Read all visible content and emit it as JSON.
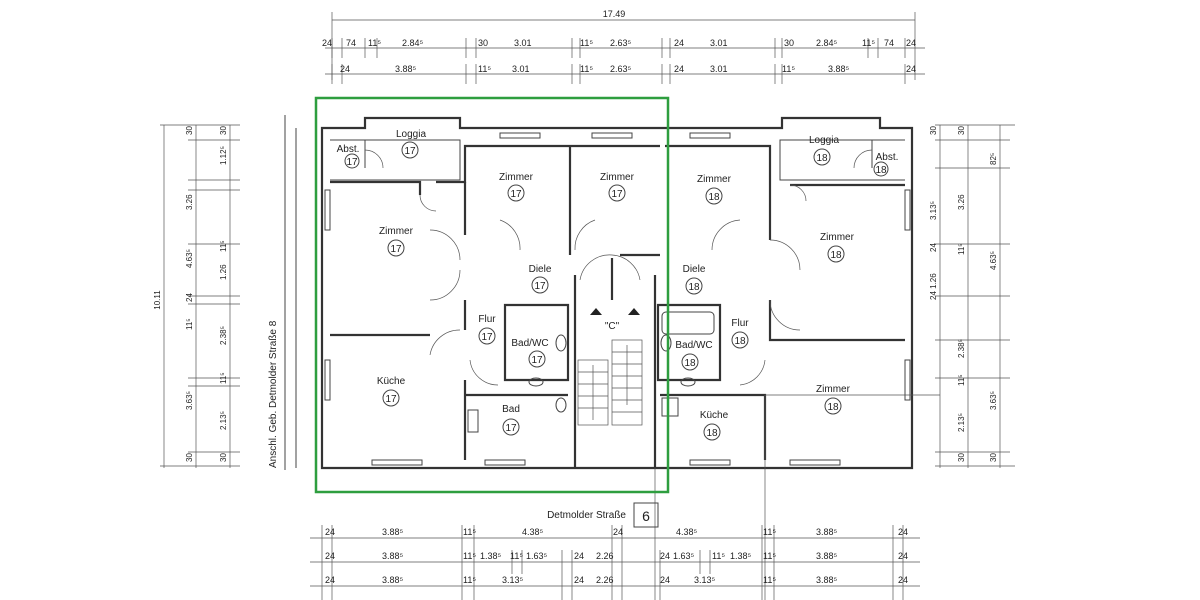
{
  "dims": {
    "overall": "17.49",
    "top_row1": [
      "24",
      "74",
      "11⁵",
      "2.84⁵",
      "30",
      "3.01",
      "11⁵",
      "2.63⁵",
      "24",
      "3.01",
      "30",
      "2.84⁵",
      "11⁵",
      "74",
      "24"
    ],
    "top_row2": [
      "24",
      "3.88⁵",
      "11⁵",
      "3.01",
      "11⁵",
      "2.63⁵",
      "24",
      "3.01",
      "11⁵",
      "3.88⁵",
      "24"
    ],
    "left_total": "10.11",
    "left_col1": [
      "30",
      "3.26",
      "4.63⁵",
      "24",
      "11⁵",
      "3.63⁵",
      "30"
    ],
    "left_col2": [
      "30",
      "1.12⁵",
      "11⁵",
      "1.26",
      "2.38⁵",
      "11⁵",
      "2.13⁵",
      "30"
    ],
    "right_col1": [
      "30",
      "3.26",
      "4.63⁵",
      "3.63⁵",
      "30"
    ],
    "right_col2": [
      "30",
      "82⁵",
      "3.13⁵",
      "24",
      "24 1.26",
      "11⁵",
      "2.38⁵",
      "11⁵",
      "2.13⁵",
      "30"
    ],
    "bottom_row1": [
      "24",
      "3.88⁵",
      "11⁵",
      "4.38⁵",
      "24",
      "4.38⁵",
      "11⁵",
      "3.88⁵",
      "24"
    ],
    "bottom_row2": [
      "24",
      "3.88⁵",
      "11⁵",
      "1.38⁵",
      "11⁵",
      "1.63⁵",
      "24",
      "2.26",
      "24",
      "1.63⁵",
      "11⁵",
      "1.38⁵",
      "11⁵",
      "3.88⁵",
      "24"
    ],
    "bottom_row3": [
      "24",
      "3.88⁵",
      "11⁵",
      "3.13⁵",
      "24",
      "2.26",
      "24",
      "3.13⁵",
      "11⁵",
      "3.88⁵",
      "24"
    ]
  },
  "rooms": {
    "loggia_l": {
      "name": "Loggia",
      "no": "17"
    },
    "abst_l": {
      "name": "Abst.",
      "no": "17"
    },
    "zimmer_l1": {
      "name": "Zimmer",
      "no": "17"
    },
    "zimmer_l2": {
      "name": "Zimmer",
      "no": "17"
    },
    "zimmer_l3": {
      "name": "Zimmer",
      "no": "17"
    },
    "diele_l": {
      "name": "Diele",
      "no": "17"
    },
    "flur_l": {
      "name": "Flur",
      "no": "17"
    },
    "badwc_l": {
      "name": "Bad/WC",
      "no": "17"
    },
    "bad_l": {
      "name": "Bad",
      "no": "17"
    },
    "kueche_l": {
      "name": "Küche",
      "no": "17"
    },
    "loggia_r": {
      "name": "Loggia",
      "no": "18"
    },
    "abst_r": {
      "name": "Abst.",
      "no": "18"
    },
    "zimmer_r1": {
      "name": "Zimmer",
      "no": "18"
    },
    "zimmer_r2": {
      "name": "Zimmer",
      "no": "18"
    },
    "zimmer_r3": {
      "name": "Zimmer",
      "no": "18"
    },
    "diele_r": {
      "name": "Diele",
      "no": "18"
    },
    "flur_r": {
      "name": "Flur",
      "no": "18"
    },
    "badwc_r": {
      "name": "Bad/WC",
      "no": "18"
    },
    "kueche_r": {
      "name": "Küche",
      "no": "18"
    },
    "stair": {
      "label": "\"C\""
    }
  },
  "labels": {
    "side_note": "Anschl. Geb. Detmolder Straße 8",
    "street": "Detmolder Straße",
    "house_no": "6"
  },
  "colors": {
    "highlight": "#2e9e3f",
    "ink": "#333333"
  }
}
